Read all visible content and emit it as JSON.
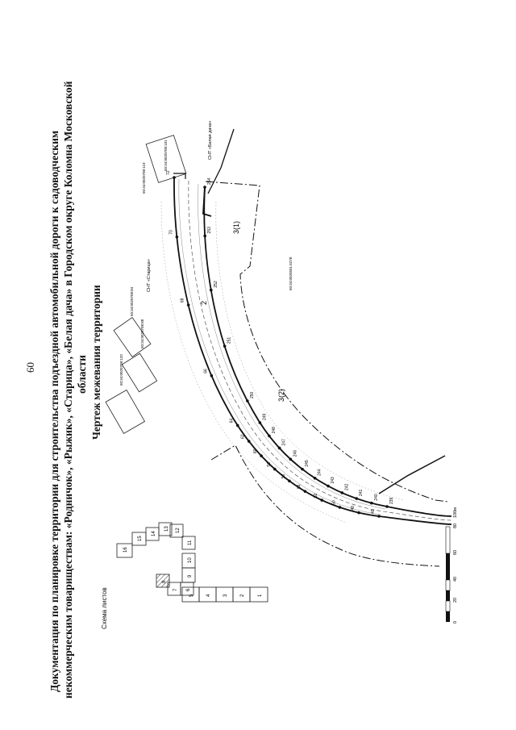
{
  "page_number": "60",
  "title_lines": [
    "Документация по планировке территории для строительства подъездной автомобильной дороги к садоводческим",
    "некоммерческим товариществам: «Родничок», «Рыжик», «Старица», «Белая дача» в Городском округе Коломна Московской",
    "области"
  ],
  "subtitle": "Чертеж межевания территории",
  "scheme_title": "Схема листов",
  "sheets": [
    "1",
    "2",
    "3",
    "4",
    "5",
    "6",
    "7",
    "8",
    "9",
    "10",
    "11",
    "12",
    "13",
    "14",
    "15",
    "16"
  ],
  "scale_bar": {
    "labels": [
      "0",
      "20",
      "40",
      "60",
      "80",
      "100м"
    ]
  },
  "zone_labels": [
    "2",
    "3(1)",
    "3(2)"
  ],
  "parcels": [
    "50:34:0020708:101",
    "50:34:0020708:84",
    "50:34:0020708:88",
    "50:34:0020708:133",
    "50:34:0020708:119",
    "50:34:0020501:6278"
  ],
  "snt_labels": [
    "СНТ «Старица»",
    "СНТ «Белая дача»"
  ],
  "outer_points": [
    "49",
    "48",
    "50",
    "52",
    "54",
    "56",
    "58",
    "60",
    "62",
    "64",
    "66",
    "68",
    "70",
    "72"
  ],
  "inner_points": [
    "239",
    "240",
    "241",
    "242",
    "243",
    "244",
    "245",
    "246",
    "247",
    "248",
    "249",
    "250",
    "251",
    "252",
    "253",
    "254"
  ]
}
